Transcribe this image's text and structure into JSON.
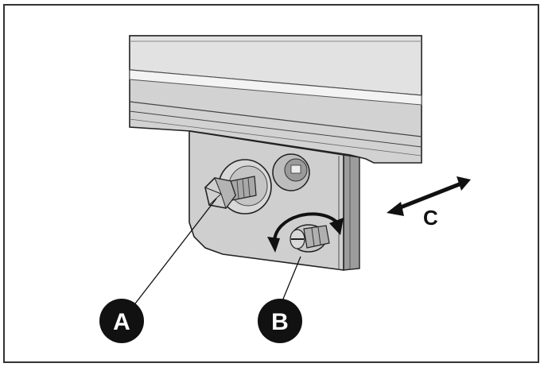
{
  "callouts": {
    "a": "A",
    "b": "B"
  },
  "direction_label": "C",
  "colors": {
    "frame": "#333333",
    "metal_light": "#d6d6d6",
    "metal_mid": "#bdbdbd",
    "metal_dark": "#8e8e8e",
    "outline": "#222222",
    "callout_fill": "#111111"
  }
}
